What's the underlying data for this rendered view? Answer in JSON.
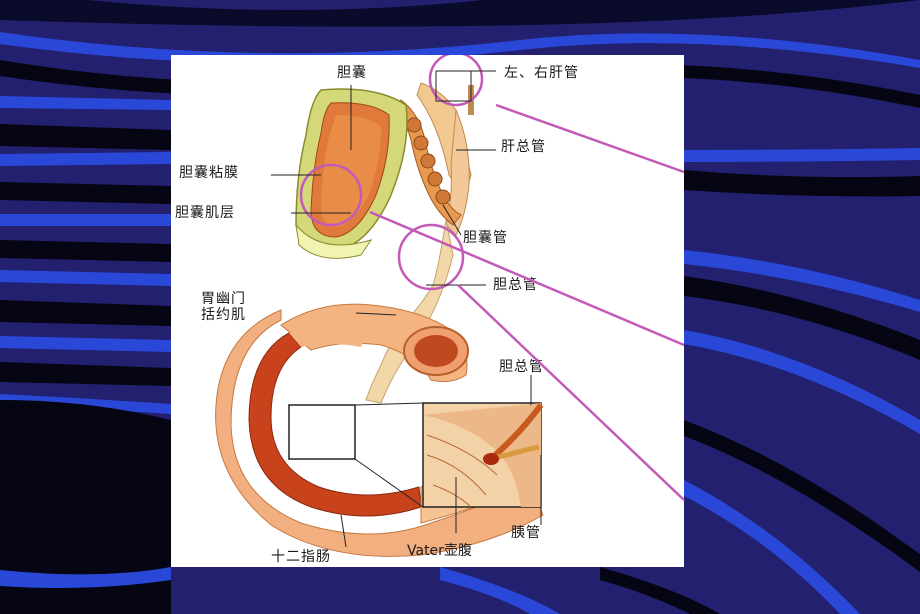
{
  "labels": {
    "gallbladder": "胆囊",
    "left_right_hepatic_duct": "左、右肝管",
    "common_hepatic_duct": "肝总管",
    "gallbladder_mucosa": "胆囊粘膜",
    "gallbladder_muscle": "胆囊肌层",
    "cystic_duct": "胆囊管",
    "common_bile_duct": "胆总管",
    "pyloric_sphincter": "胃幽门\n括约肌",
    "common_bile_duct_2": "胆总管",
    "pancreatic_duct": "胰管",
    "duodenum": "十二指肠",
    "vater_ampulla": "Vater壶腹"
  },
  "colors": {
    "slide_background": "#23216f",
    "stripe_blue": "#2a48d8",
    "stripe_black": "#050514",
    "highlight_circle": "#c45ab8",
    "tissue_orange": "#e8803a",
    "tissue_red": "#b8381a",
    "duct_light": "#f0d8a8"
  }
}
